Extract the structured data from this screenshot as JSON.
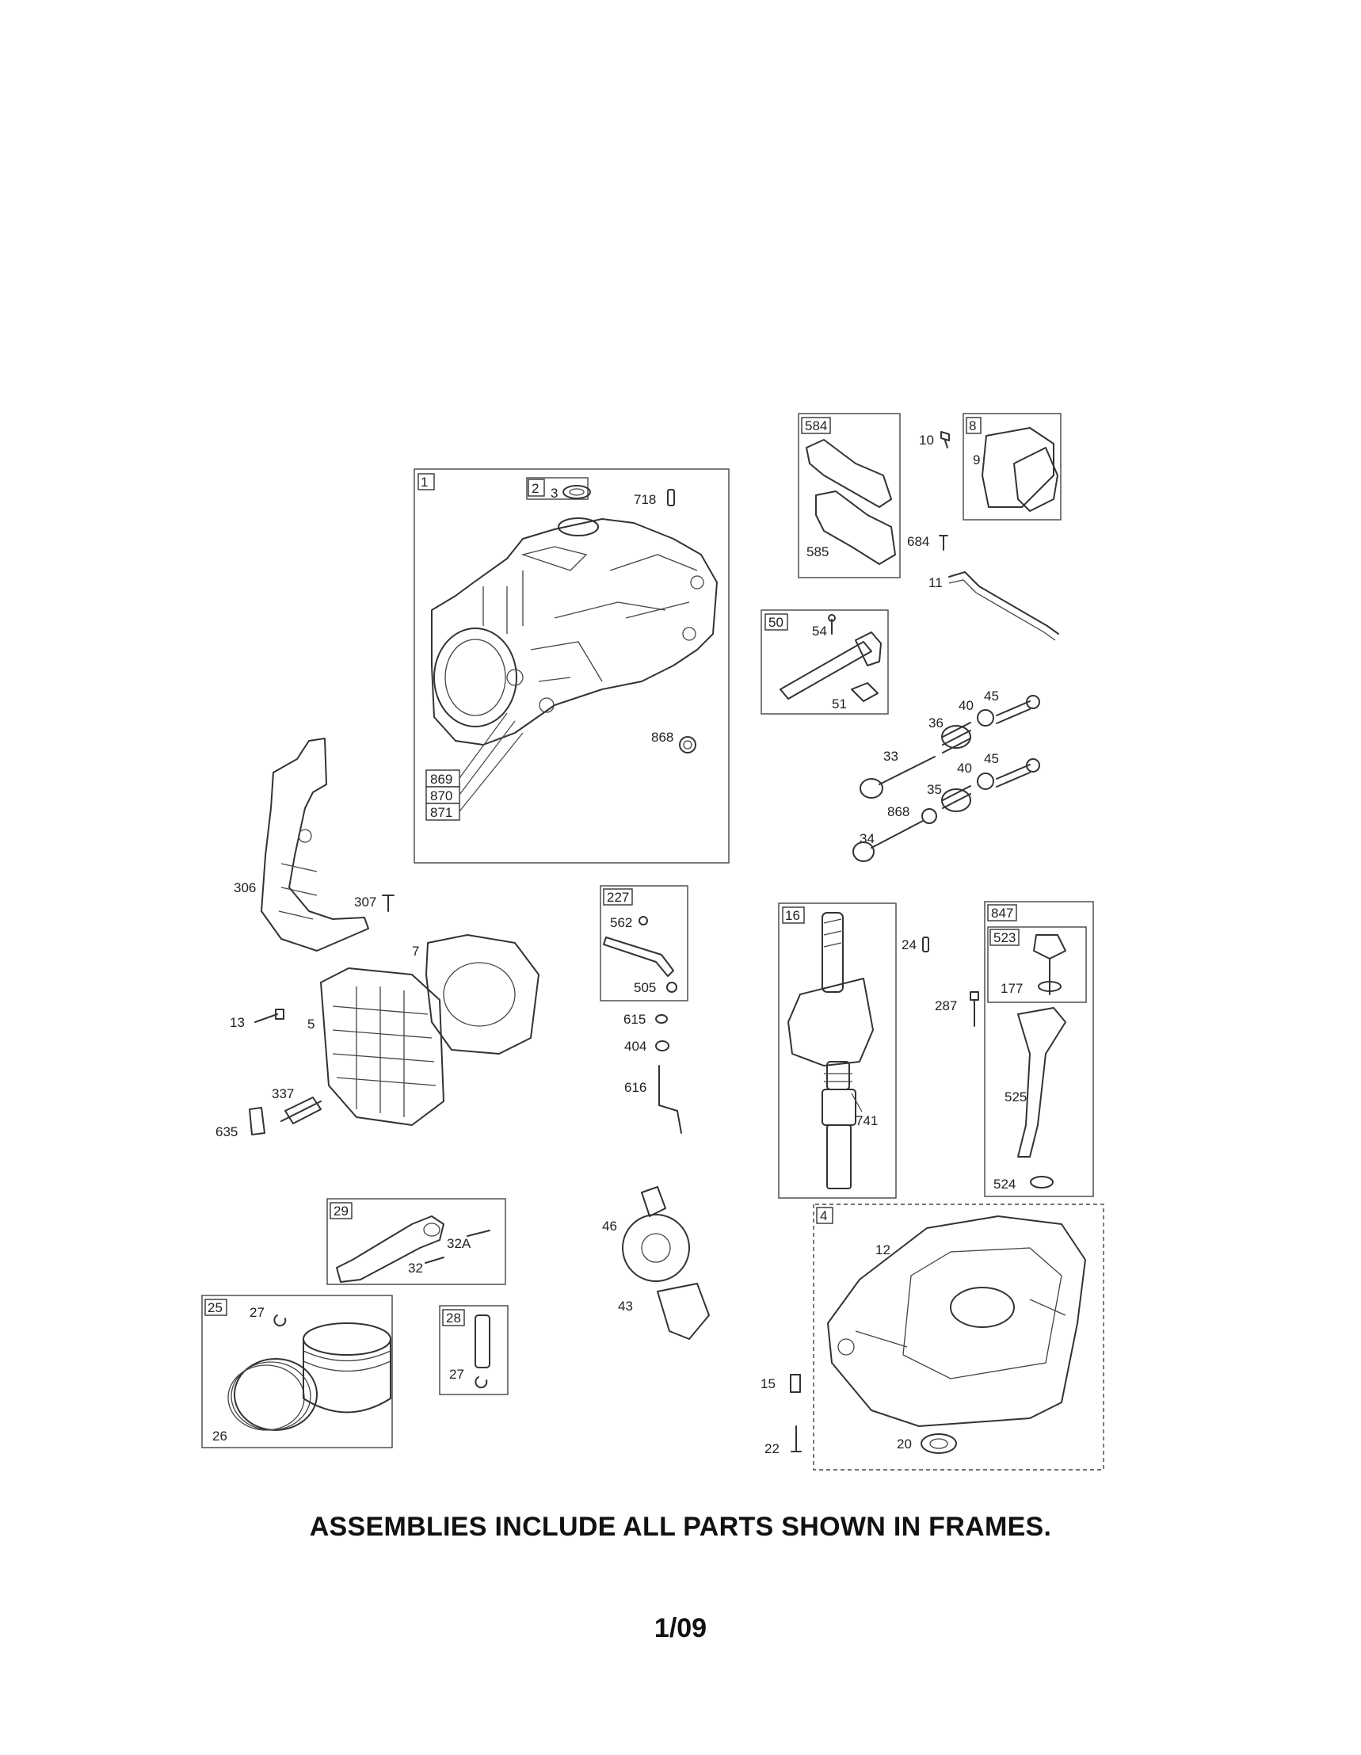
{
  "footer": {
    "note": "ASSEMBLIES INCLUDE ALL PARTS SHOWN IN FRAMES.",
    "page": "1/09"
  },
  "frames": {
    "cylinder": {
      "tag": "1",
      "sub_tag": "2",
      "tags_bottom": [
        "869",
        "870",
        "871"
      ]
    },
    "gasket_584": {
      "tag": "584"
    },
    "cover_8": {
      "tag": "8"
    },
    "tube_50": {
      "tag": "50"
    },
    "lever_227": {
      "tag": "227"
    },
    "crankshaft_16": {
      "tag": "16"
    },
    "dipstick_847": {
      "tag": "847",
      "sub_tag": "523"
    },
    "rod_29": {
      "tag": "29"
    },
    "sump_4": {
      "tag": "4"
    },
    "piston_25": {
      "tag": "25"
    },
    "pin_28": {
      "tag": "28"
    }
  },
  "labels": {
    "p3": "3",
    "p718": "718",
    "p868a": "868",
    "p585": "585",
    "p10": "10",
    "p9": "9",
    "p684": "684",
    "p11": "11",
    "p54": "54",
    "p51": "51",
    "p40a": "40",
    "p45a": "45",
    "p36": "36",
    "p33": "33",
    "p40b": "40",
    "p45b": "45",
    "p35": "35",
    "p868b": "868",
    "p34": "34",
    "p306": "306",
    "p307": "307",
    "p7": "7",
    "p13": "13",
    "p5": "5",
    "p337": "337",
    "p635": "635",
    "p562": "562",
    "p505": "505",
    "p615": "615",
    "p404": "404",
    "p616": "616",
    "p24": "24",
    "p287": "287",
    "p741": "741",
    "p177": "177",
    "p525": "525",
    "p524": "524",
    "p32a": "32A",
    "p32": "32",
    "p46": "46",
    "p43": "43",
    "p12": "12",
    "p15": "15",
    "p22": "22",
    "p20": "20",
    "p27a": "27",
    "p26": "26",
    "p27b": "27"
  }
}
